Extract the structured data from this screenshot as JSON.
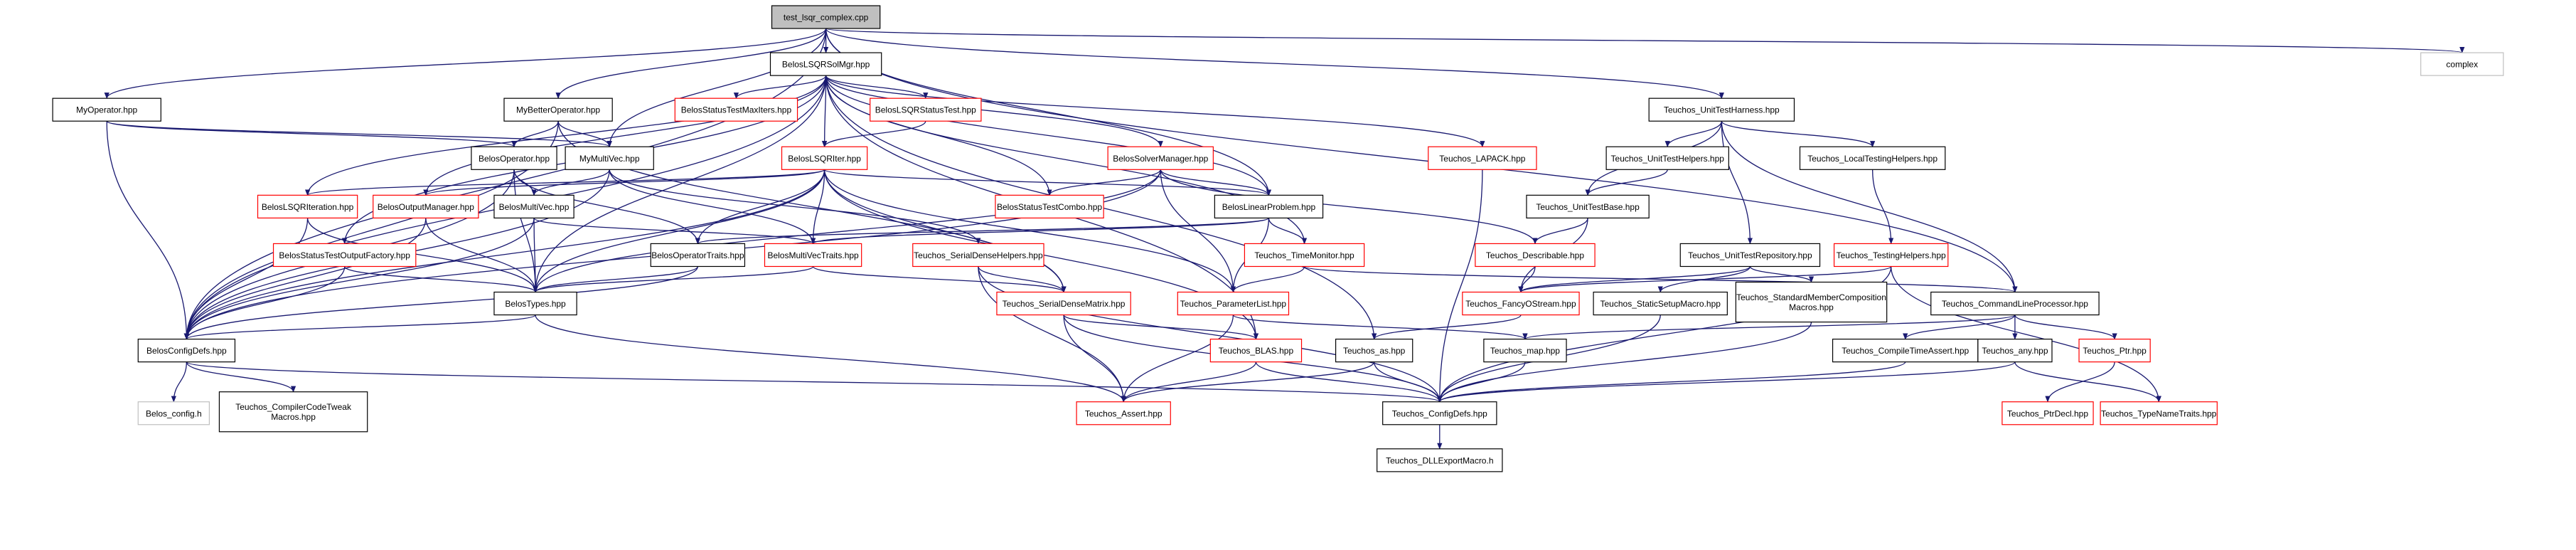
{
  "graph": {
    "title": "test_lsqr_complex.cpp",
    "colors": {
      "edge": "#191970",
      "root_fill": "#bfbfbf",
      "root_border": "#000000",
      "normal_border": "#000000",
      "truncated_border": "#ff0000",
      "external_border": "#bfbfbf",
      "external_text": "#666666"
    },
    "nodes": {
      "root": {
        "label": "test_lsqr_complex.cpp"
      },
      "complex": {
        "label": "complex"
      },
      "myoperator": {
        "label": "MyOperator.hpp"
      },
      "belos_lsqrsolmgr": {
        "label": "BelosLSQRSolMgr.hpp"
      },
      "mybetteroperator": {
        "label": "MyBetterOperator.hpp"
      },
      "statustestmaxiters": {
        "label": "BelosStatusTestMaxIters.hpp"
      },
      "lsqrstatustest": {
        "label": "BelosLSQRStatusTest.hpp"
      },
      "teuchos_lapack": {
        "label": "Teuchos_LAPACK.hpp"
      },
      "unittestharness": {
        "label": "Teuchos_UnitTestHarness.hpp"
      },
      "belosoperator": {
        "label": "BelosOperator.hpp"
      },
      "mymultivec": {
        "label": "MyMultiVec.hpp"
      },
      "lsqriter": {
        "label": "BelosLSQRIter.hpp"
      },
      "solvermanager": {
        "label": "BelosSolverManager.hpp"
      },
      "unittesthelpers": {
        "label": "Teuchos_UnitTestHelpers.hpp"
      },
      "localtestinghelpers": {
        "label": "Teuchos_LocalTestingHelpers.hpp"
      },
      "lsqriteration": {
        "label": "BelosLSQRIteration.hpp"
      },
      "outputmanager": {
        "label": "BelosOutputManager.hpp"
      },
      "belosmultivec": {
        "label": "BelosMultiVec.hpp"
      },
      "statustestcombo": {
        "label": "BelosStatusTestCombo.hpp"
      },
      "linearproblem": {
        "label": "BelosLinearProblem.hpp"
      },
      "unittestbase": {
        "label": "Teuchos_UnitTestBase.hpp"
      },
      "statustestoutputfactory": {
        "label": "BelosStatusTestOutputFactory.hpp"
      },
      "operatortraits": {
        "label": "BelosOperatorTraits.hpp"
      },
      "multivectraits": {
        "label": "BelosMultiVecTraits.hpp"
      },
      "serialdensehelpers": {
        "label": "Teuchos_SerialDenseHelpers.hpp"
      },
      "timemonitor": {
        "label": "Teuchos_TimeMonitor.hpp"
      },
      "describable": {
        "label": "Teuchos_Describable.hpp"
      },
      "unittestrepository": {
        "label": "Teuchos_UnitTestRepository.hpp"
      },
      "testinghelpers": {
        "label": "Teuchos_TestingHelpers.hpp"
      },
      "belostypes": {
        "label": "BelosTypes.hpp"
      },
      "serialdensematrix": {
        "label": "Teuchos_SerialDenseMatrix.hpp"
      },
      "parameterlist": {
        "label": "Teuchos_ParameterList.hpp"
      },
      "fancyostream": {
        "label": "Teuchos_FancyOStream.hpp"
      },
      "staticsetupmacro": {
        "label": "Teuchos_StaticSetupMacro.hpp"
      },
      "standardmembercomposition": {
        "label1": "Teuchos_StandardMemberComposition",
        "label2": "Macros.hpp"
      },
      "commandlineprocessor": {
        "label": "Teuchos_CommandLineProcessor.hpp"
      },
      "belosconfigdefs": {
        "label": "BelosConfigDefs.hpp"
      },
      "teuchos_blas": {
        "label": "Teuchos_BLAS.hpp"
      },
      "teuchos_as": {
        "label": "Teuchos_as.hpp"
      },
      "teuchos_map": {
        "label": "Teuchos_map.hpp"
      },
      "compiletimeassert": {
        "label": "Teuchos_CompileTimeAssert.hpp"
      },
      "teuchos_any": {
        "label": "Teuchos_any.hpp"
      },
      "teuchos_ptr": {
        "label": "Teuchos_Ptr.hpp"
      },
      "belos_config": {
        "label": "Belos_config.h"
      },
      "compilercodetweak": {
        "label1": "Teuchos_CompilerCodeTweak",
        "label2": "Macros.hpp"
      },
      "teuchos_assert": {
        "label": "Teuchos_Assert.hpp"
      },
      "teuchos_configdefs": {
        "label": "Teuchos_ConfigDefs.hpp"
      },
      "ptrdecl": {
        "label": "Teuchos_PtrDecl.hpp"
      },
      "typenametraits": {
        "label": "Teuchos_TypeNameTraits.hpp"
      },
      "dllexportmacro": {
        "label": "Teuchos_DLLExportMacro.h"
      }
    }
  }
}
